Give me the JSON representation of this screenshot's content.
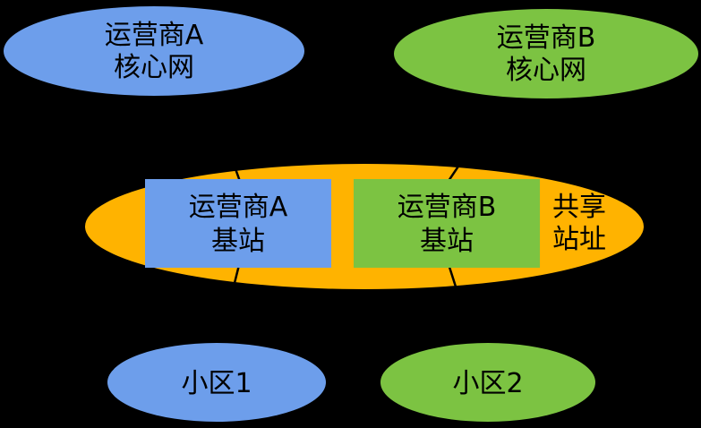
{
  "diagram": {
    "background_color": "#000000",
    "colors": {
      "operator_a_blue": "#6D9EEB",
      "operator_b_green": "#7CC342",
      "shared_site_orange": "#FFB300",
      "text": "#000000",
      "line": "#000000"
    },
    "nodes": {
      "core_network_a": {
        "line1": "运营商A",
        "line2": "核心网"
      },
      "core_network_b": {
        "line1": "运营商B",
        "line2": "核心网"
      },
      "base_station_a": {
        "line1": "运营商A",
        "line2": "基站"
      },
      "base_station_b": {
        "line1": "运营商B",
        "line2": "基站"
      },
      "shared_site": {
        "line1": "共享",
        "line2": "站址"
      },
      "cell_1": {
        "label": "小区1"
      },
      "cell_2": {
        "label": "小区2"
      }
    }
  }
}
